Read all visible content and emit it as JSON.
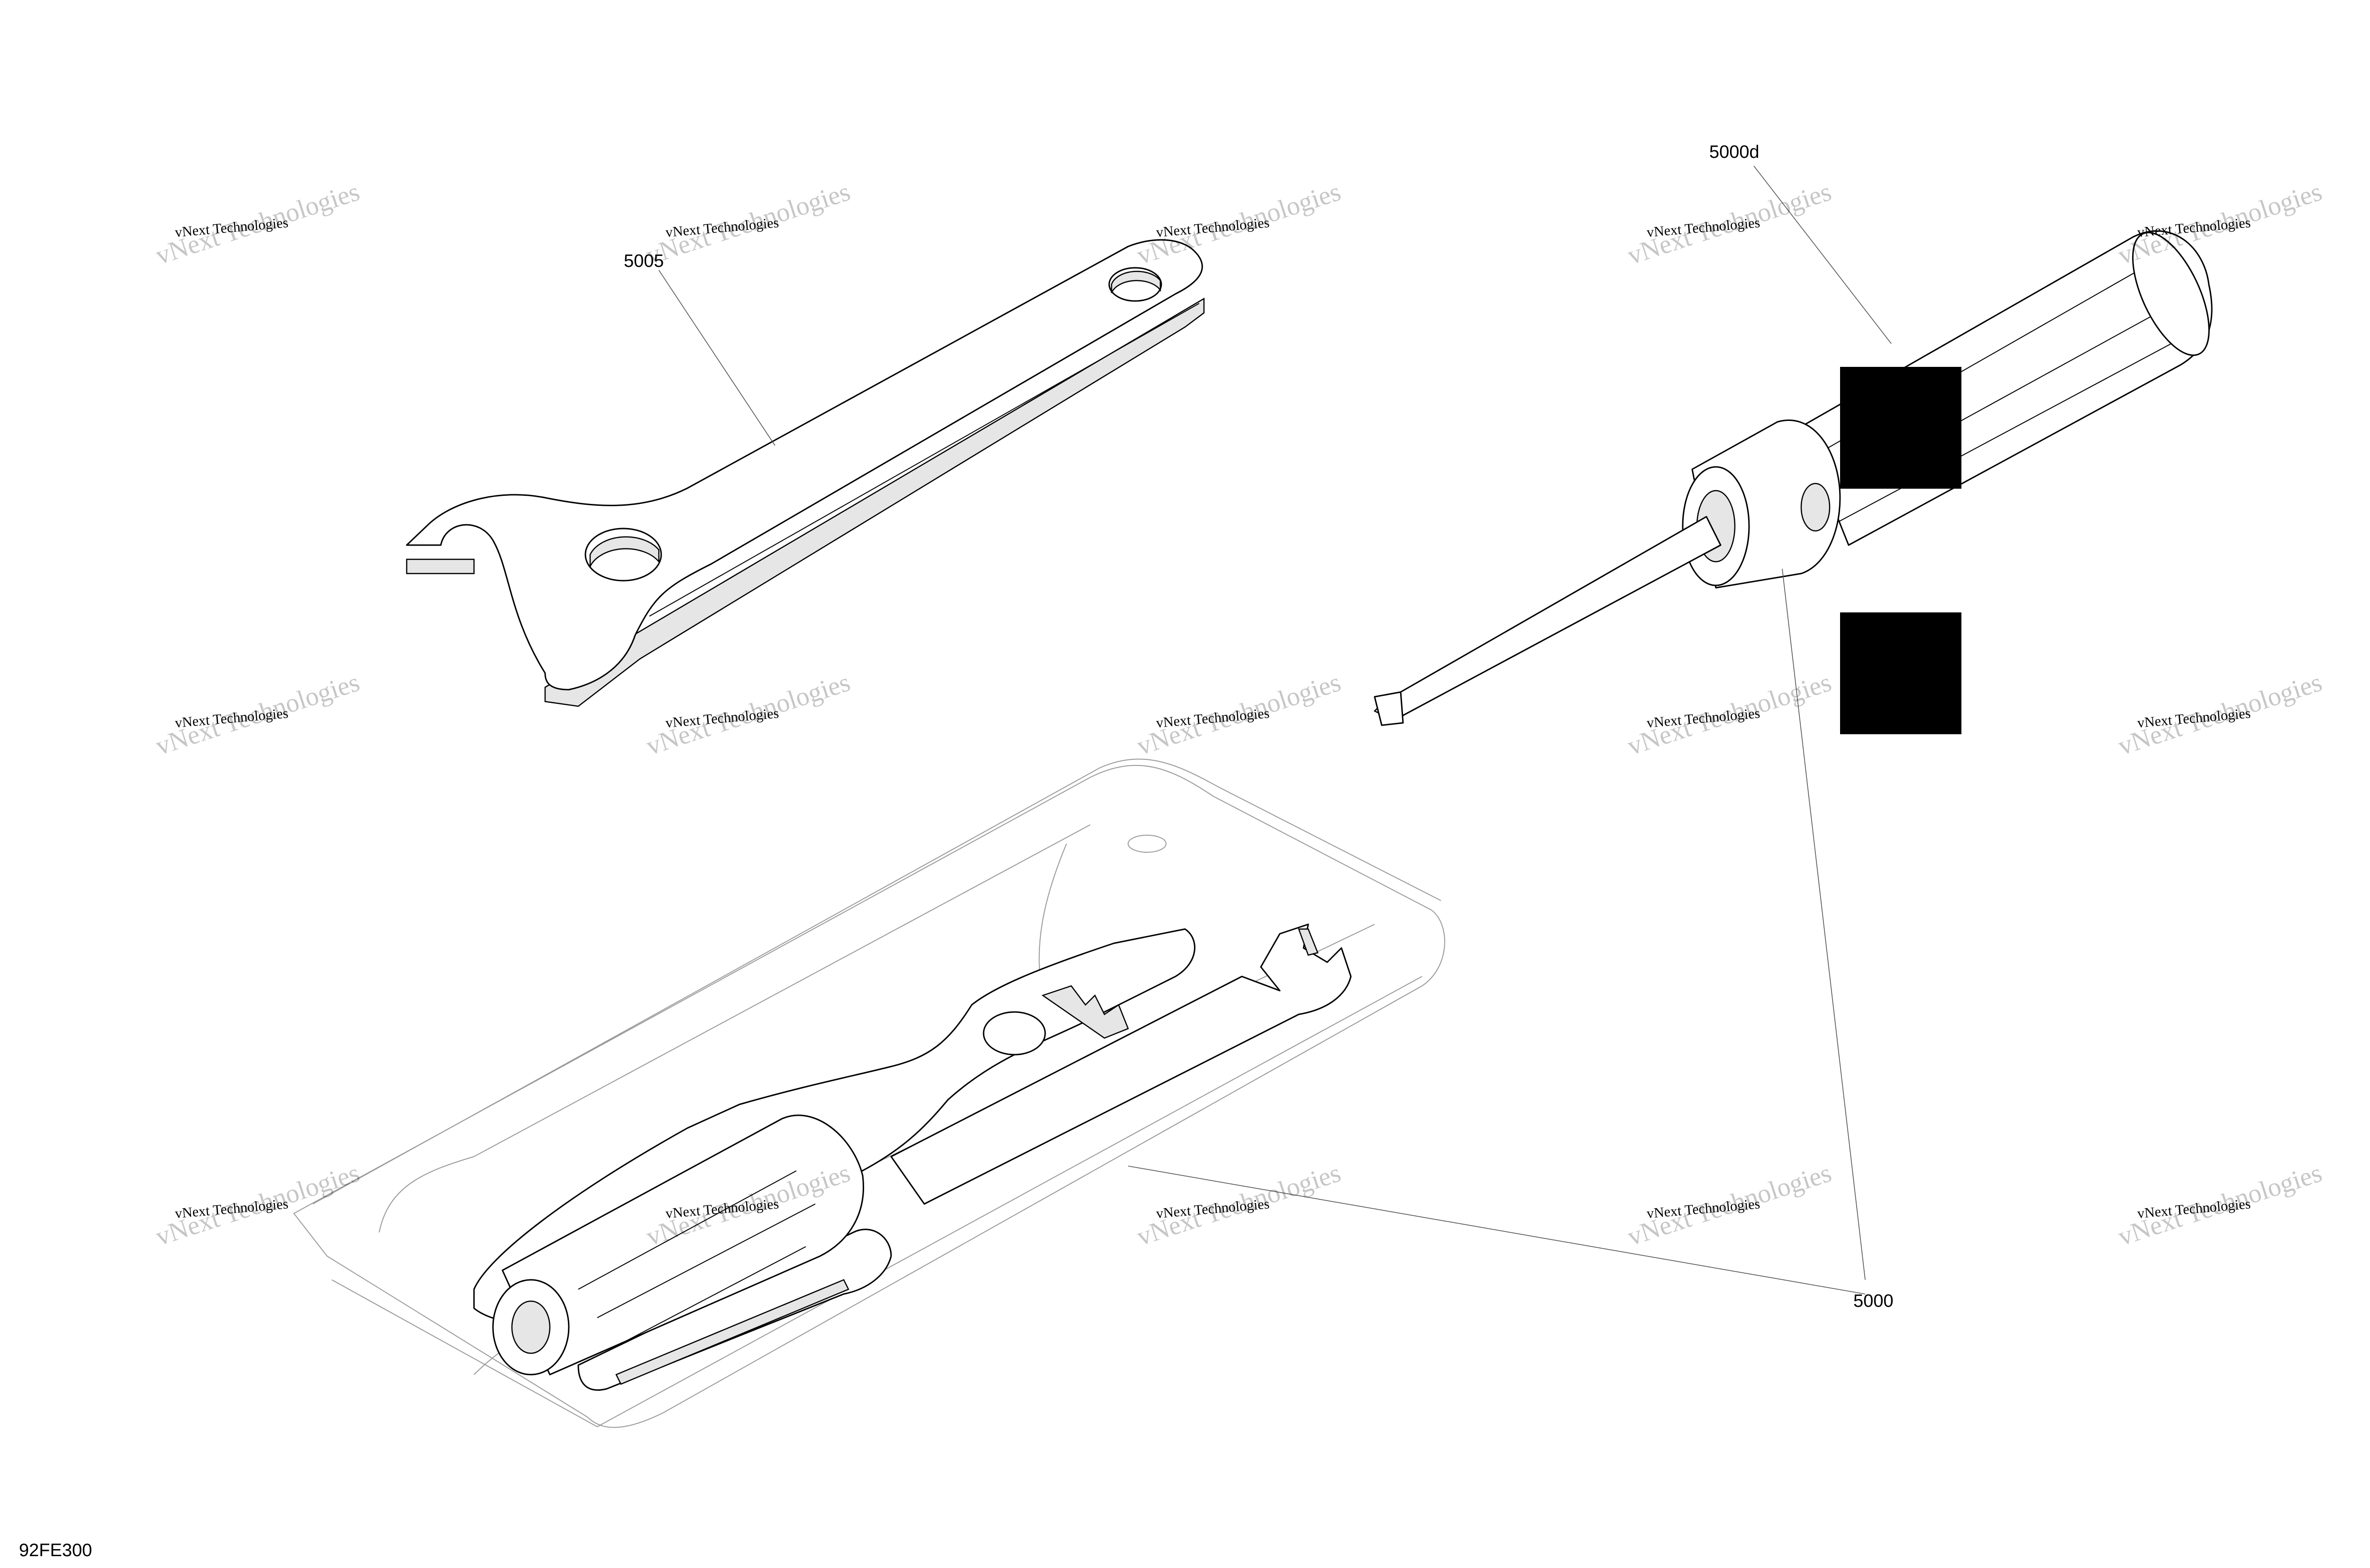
{
  "callouts": {
    "spanner_wrench": "5005",
    "screwdriver": "5000d",
    "tool_kit": "5000"
  },
  "watermark": {
    "small": "vNext Technologies",
    "big": "vNext Technologies"
  },
  "figure_id": "92FE300"
}
